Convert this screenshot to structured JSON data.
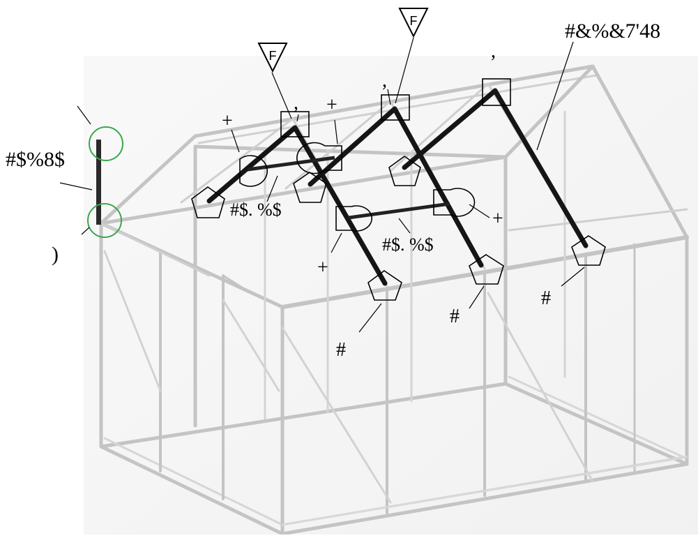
{
  "labels": {
    "top_right": "#&%&7'48",
    "left_bracket": "#$%8$",
    "bar_left": "#$. %$",
    "bar_mid": "#$. %$",
    "plus": "+",
    "comma": ",",
    "hash": "#",
    "paren": ")",
    "dash": "\\"
  },
  "flag_letter": "F",
  "colors": {
    "frame": "#c8c8c8",
    "frame_dark": "#a9a9a9",
    "glass_bg": "#efefef",
    "beam": "#111111",
    "circle_green": "#3aa64a",
    "ink": "#000000"
  }
}
